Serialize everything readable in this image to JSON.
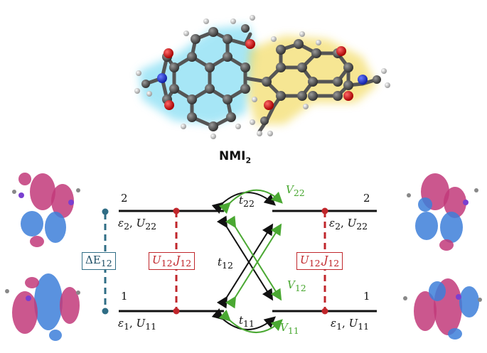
{
  "title": {
    "main": "NMI",
    "sub": "2"
  },
  "levels": {
    "left_top_index": "2",
    "left_bottom_index": "1",
    "right_top_index": "2",
    "right_bottom_index": "1",
    "left_top_energy": "ε",
    "left_top_energy_sub": "2",
    "left_top_u": "U",
    "left_top_u_sub": "22",
    "left_bottom_energy": "ε",
    "left_bottom_energy_sub": "1",
    "left_bottom_u": "U",
    "left_bottom_u_sub": "11",
    "right_top_energy": "ε",
    "right_top_energy_sub": "2",
    "right_top_u": "U",
    "right_top_u_sub": "22",
    "right_bottom_energy": "ε",
    "right_bottom_energy_sub": "1",
    "right_bottom_u": "U",
    "right_bottom_u_sub": "11"
  },
  "boxes": {
    "delta_e": "ΔE",
    "delta_e_sub": "12",
    "left_u": "U",
    "left_u_sub": "12",
    "left_j": "J",
    "left_j_sub": "12",
    "right_u": "U",
    "right_u_sub": "12",
    "right_j": "J",
    "right_j_sub": "12"
  },
  "couplings": {
    "t22": "t",
    "t22_sub": "22",
    "t12": "t",
    "t12_sub": "12",
    "t11": "t",
    "t11_sub": "11",
    "v22": "V",
    "v22_sub": "22",
    "v12": "V",
    "v12_sub": "12",
    "v11": "V",
    "v11_sub": "11"
  },
  "colors": {
    "black": "#111111",
    "red": "#c0262b",
    "blue": "#2f6d85",
    "green": "#4aa832",
    "orbital_pink": "#c23a7a",
    "orbital_blue": "#3d7fd9",
    "glow_cyan": "#5fd3f0",
    "glow_yellow": "#f0d23a"
  }
}
